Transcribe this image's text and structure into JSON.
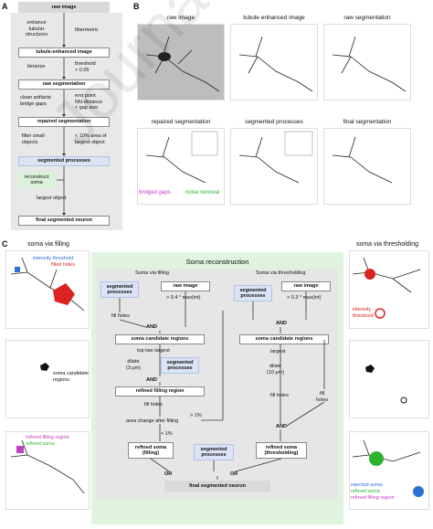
{
  "panels": {
    "a": "A",
    "b": "B",
    "c": "C"
  },
  "a": {
    "raw_image": "raw image",
    "enhance": "enhance\ntubular\nstructures",
    "fibermetric": "fibermetric",
    "tubule_enhanced": "tubule-enhanced image",
    "binarize": "binarize",
    "threshold": "threshold\n> 0.05",
    "raw_segmentation": "raw segmentation",
    "clean": "clean artifacts\nbridge gaps",
    "endpoint": "end point\nNN-distance\n< gap size",
    "repaired": "repaired segmentation",
    "filter": "filter small\nobjects",
    "area": "< 10% area of\nlargest object",
    "segmented": "segmented processes",
    "reconstruct": "reconstruct\nsoma",
    "largest": "largest object",
    "final": "final segmented neuron"
  },
  "b": {
    "titles": [
      "raw image",
      "tubule enhanced image",
      "raw segmentation",
      "repaired segmentation",
      "segmented processes",
      "final segmentation"
    ],
    "bridged": "bridged gaps",
    "noise": "noise removal"
  },
  "c": {
    "left_title": "soma via filling",
    "intensity_threshold": "intensity threshold",
    "filled_holes": "filled holes",
    "soma_candidate": "soma candidate\nregions",
    "refined_filling_region": "refined filling region",
    "refined_soma": "refined soma",
    "center_title": "Soma reconstruction",
    "via_filling": "Soma via filling",
    "via_thresh": "Soma via thresholding",
    "seg_proc": "segmented\nprocesses",
    "raw_image": "raw image",
    "gt04": "> 0.4 * max(int)",
    "gt03": "> 0.3 * max(int)",
    "fill_holes": "fill holes",
    "and": "AND",
    "or": "OR",
    "soma_candidate_regions": "soma candidate regions",
    "top_two": "top two largest",
    "dilate3": "dilate\n(3 μm)",
    "refined_filling": "refined filling region",
    "area_change": "area change after filling",
    "gt1": "> 1%",
    "lt1": "< 1%",
    "refined_soma_filling": "refined soma\n(filling)",
    "refined_soma_thresh": "refined soma\n(thresholding)",
    "largest": "largest",
    "dilate10": "dilate\n(10 μm)",
    "fill_holes2": "fill\nholes",
    "final": "final segmented neuron",
    "right_title": "soma via thresholding",
    "intensity": "intensity\nthreshold",
    "rejected": "rejected soma",
    "refined_soma2": "refined soma",
    "refined_fill2": "refined filling region"
  },
  "watermark": "Journal Pre-proofs"
}
